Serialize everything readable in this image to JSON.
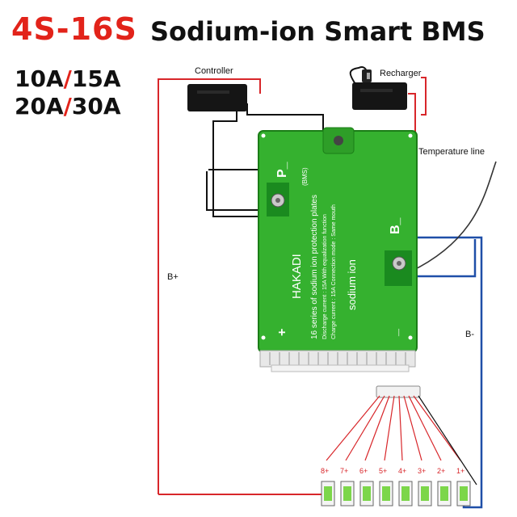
{
  "header": {
    "title_model": "4S-16S",
    "title_product": "Sodium-ion Smart BMS",
    "ratings_line1": [
      "10A",
      "/",
      "15A"
    ],
    "ratings_line2": [
      "20A",
      "/",
      "30A"
    ]
  },
  "labels": {
    "controller": "Controller",
    "recharger": "Recharger",
    "temperature_line": "Temperature line",
    "b_plus": "B+",
    "b_minus": "B-"
  },
  "board": {
    "brand": "HAKADI",
    "tag": "(BMS)",
    "type": "sodium ion",
    "series_desc": "16 series of sodium ion protection plates",
    "discharge": "Discharge current : 15A    With equalization function",
    "charge": "Charge current : 15A    Connection mode : Same mouth",
    "p_minus": "P_",
    "b_minus": "B_",
    "plus": "+",
    "minus": "_"
  },
  "cells": [
    "8+",
    "7+",
    "6+",
    "5+",
    "4+",
    "3+",
    "2+",
    "1+"
  ],
  "colors": {
    "accent_red": "#e2231a",
    "board_green": "#35b12f",
    "wire_blue": "#1f4fa8"
  }
}
